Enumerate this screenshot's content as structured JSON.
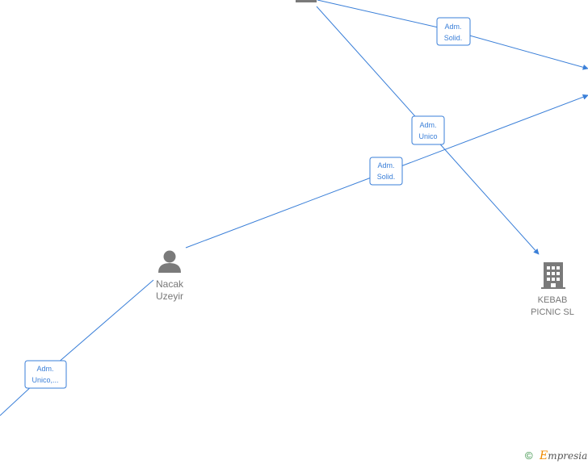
{
  "diagram": {
    "edges": [
      {
        "id": "e1",
        "label_lines": [
          "Adm.",
          "Solid."
        ]
      },
      {
        "id": "e2",
        "label_lines": [
          "Adm.",
          "Unico"
        ]
      },
      {
        "id": "e3",
        "label_lines": [
          "Adm.",
          "Solid."
        ]
      },
      {
        "id": "e4",
        "label_lines": [
          "Adm.",
          "Unico,..."
        ]
      }
    ],
    "nodes": [
      {
        "id": "person",
        "type": "person",
        "label_lines": [
          "Nacak",
          "Uzeyir"
        ]
      },
      {
        "id": "company",
        "type": "company",
        "label_lines": [
          "KEBAB",
          "PICNIC  SL"
        ]
      }
    ],
    "colors": {
      "edge": "#3a7fd8",
      "icon": "#7a7a7a",
      "label": "#777777"
    }
  },
  "watermark": {
    "copyright_symbol": "©",
    "brand_first_letter": "E",
    "brand_rest": "mpresia"
  }
}
